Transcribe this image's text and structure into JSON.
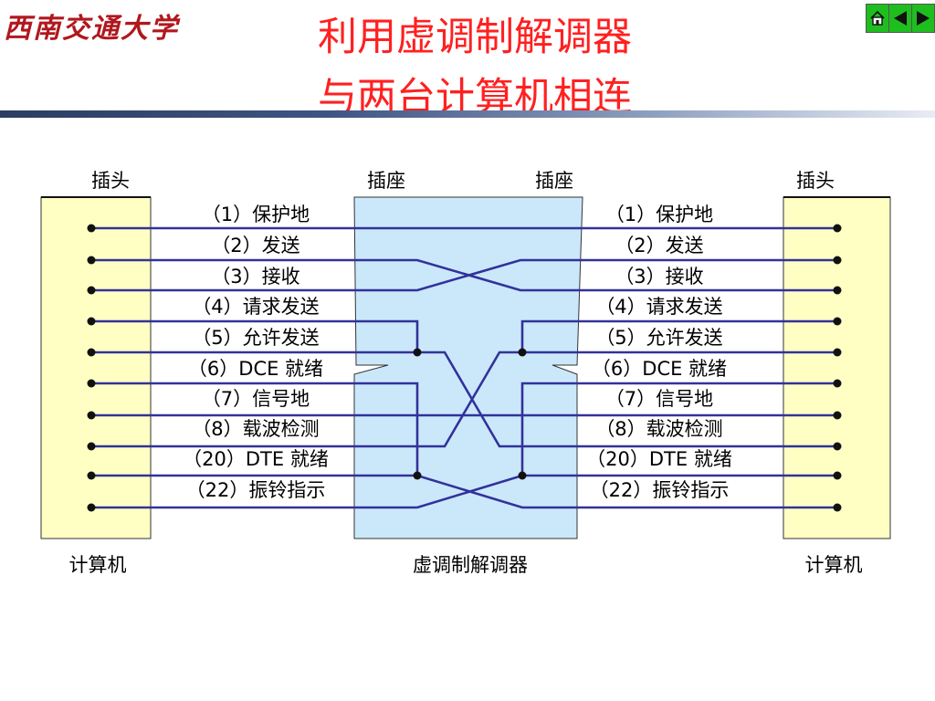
{
  "header": {
    "logo_text": "西南交通大学",
    "title_line1": "利用虚调制解调器",
    "title_line2": "与两台计算机相连"
  },
  "nav": {
    "home_icon": "home-icon",
    "prev_icon": "triangle-left-icon",
    "next_icon": "triangle-right-icon",
    "button_color": "#1fbe1f"
  },
  "colors": {
    "title": "#ff2020",
    "computer_fill": "#ffffc4",
    "modem_fill": "#cbe8fb",
    "wire": "#32329a"
  },
  "diagram": {
    "plug_label": "插头",
    "socket_label": "插座",
    "computer_label": "计算机",
    "modem_label": "虚调制解调器",
    "left_signals": [
      "（1）保护地",
      "（2）发送",
      "（3）接收",
      "（4）请求发送",
      "（5）允许发送",
      "（6）DCE 就绪",
      "（7）信号地",
      "（8）载波检测",
      "（20）DTE 就绪",
      "（22）振铃指示"
    ],
    "right_signals": [
      "（1）保护地",
      "（2）发送",
      "（3）接收",
      "（4）请求发送",
      "（5）允许发送",
      "（6）DCE 就绪",
      "（7）信号地",
      "（8）载波检测",
      "（20）DTE 就绪",
      "（22）振铃指示"
    ]
  }
}
